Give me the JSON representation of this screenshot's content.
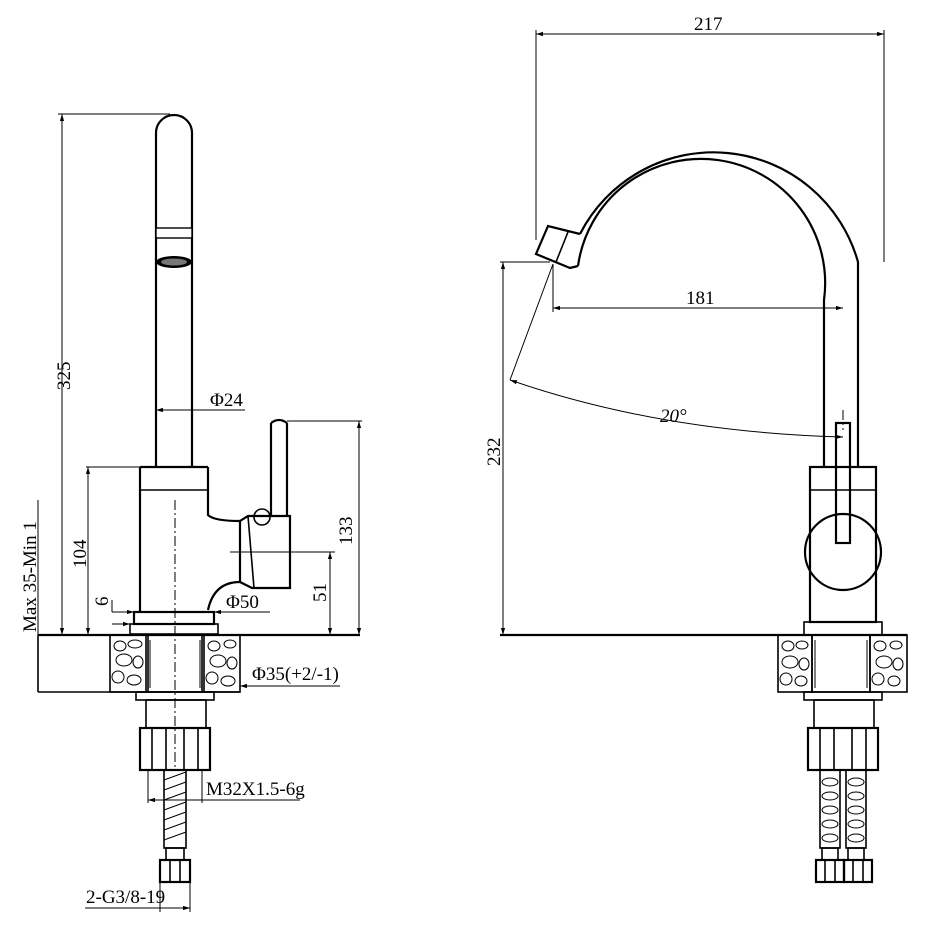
{
  "labels": {
    "total_height": "325",
    "pipe_diameter": "Φ24",
    "handle_height": "133",
    "body_height": "104",
    "counter_thickness": "Max 35-Min 1",
    "base_offset": "6",
    "base_diameter": "Φ50",
    "lever_axis_height": "51",
    "hole_diameter": "Φ35(+2/-1)",
    "thread": "M32X1.5-6g",
    "hose_thread": "2-G3/8-19",
    "overall_depth": "217",
    "spout_reach": "181",
    "swivel_angle": "20°",
    "spout_height": "232"
  }
}
